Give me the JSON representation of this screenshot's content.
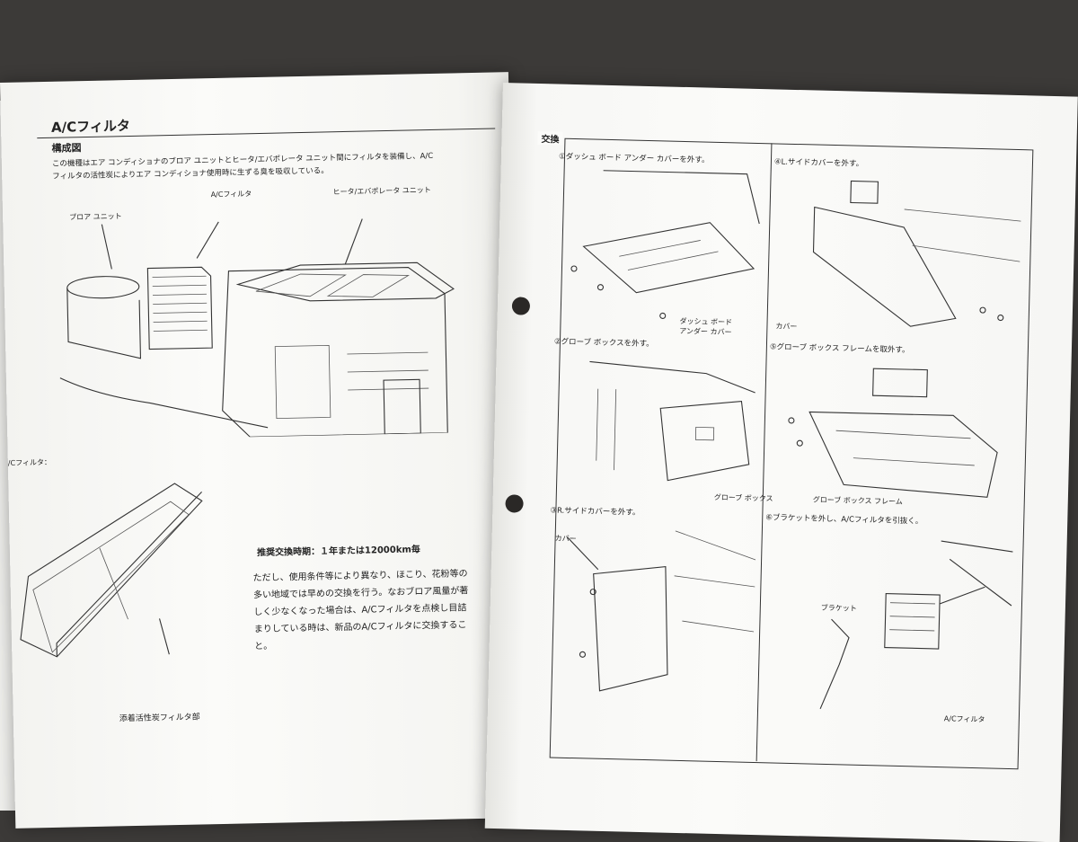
{
  "left": {
    "title": "A/Cフィルタ",
    "section": "構成図",
    "intro_line1": "この機種はエア コンディショナのブロア ユニットとヒータ/エバポレータ ユニット間にフィルタを装備し、A/C",
    "intro_line2": "フィルタの活性炭によりエア コンディショナ使用時に生ずる臭を吸収している。",
    "label_blower": "ブロア ユニット",
    "label_filter": "A/Cフィルタ",
    "label_heater": "ヒータ/エバポレータ ユニット",
    "label_filter_small": "/Cフィルタ：",
    "recommend": "推奨交換時期：１年または12000km毎",
    "body_lines": [
      "ただし、使用条件等により異なり、ほこり、花粉等の",
      "多い地域では早めの交換を行う。なおブロア風量が著",
      "しく少なくなった場合は、A/Cフィルタを点検し目詰",
      "まりしている時は、新品のA/Cフィルタに交換するこ",
      "と。"
    ],
    "label_carbon": "添着活性炭フィルタ部"
  },
  "right": {
    "section": "交換",
    "steps": [
      "①ダッシュ ボード アンダー カバーを外す。",
      "②グローブ ボックスを外す。",
      "③R.サイドカバーを外す。",
      "④L.サイドカバーを外す。",
      "⑤グローブ ボックス フレームを取外す。",
      "⑥ブラケットを外し、A/Cフィルタを引抜く。"
    ],
    "label_dash_under_1": "ダッシュ ボード",
    "label_dash_under_2": "アンダー カバー",
    "label_glovebox": "グローブ ボックス",
    "label_cover_r": "カバー",
    "label_cover_l": "カバー",
    "label_glove_frame": "グローブ ボックス フレーム",
    "label_bracket": "ブラケット",
    "label_ac_filter": "A/Cフィルタ"
  }
}
